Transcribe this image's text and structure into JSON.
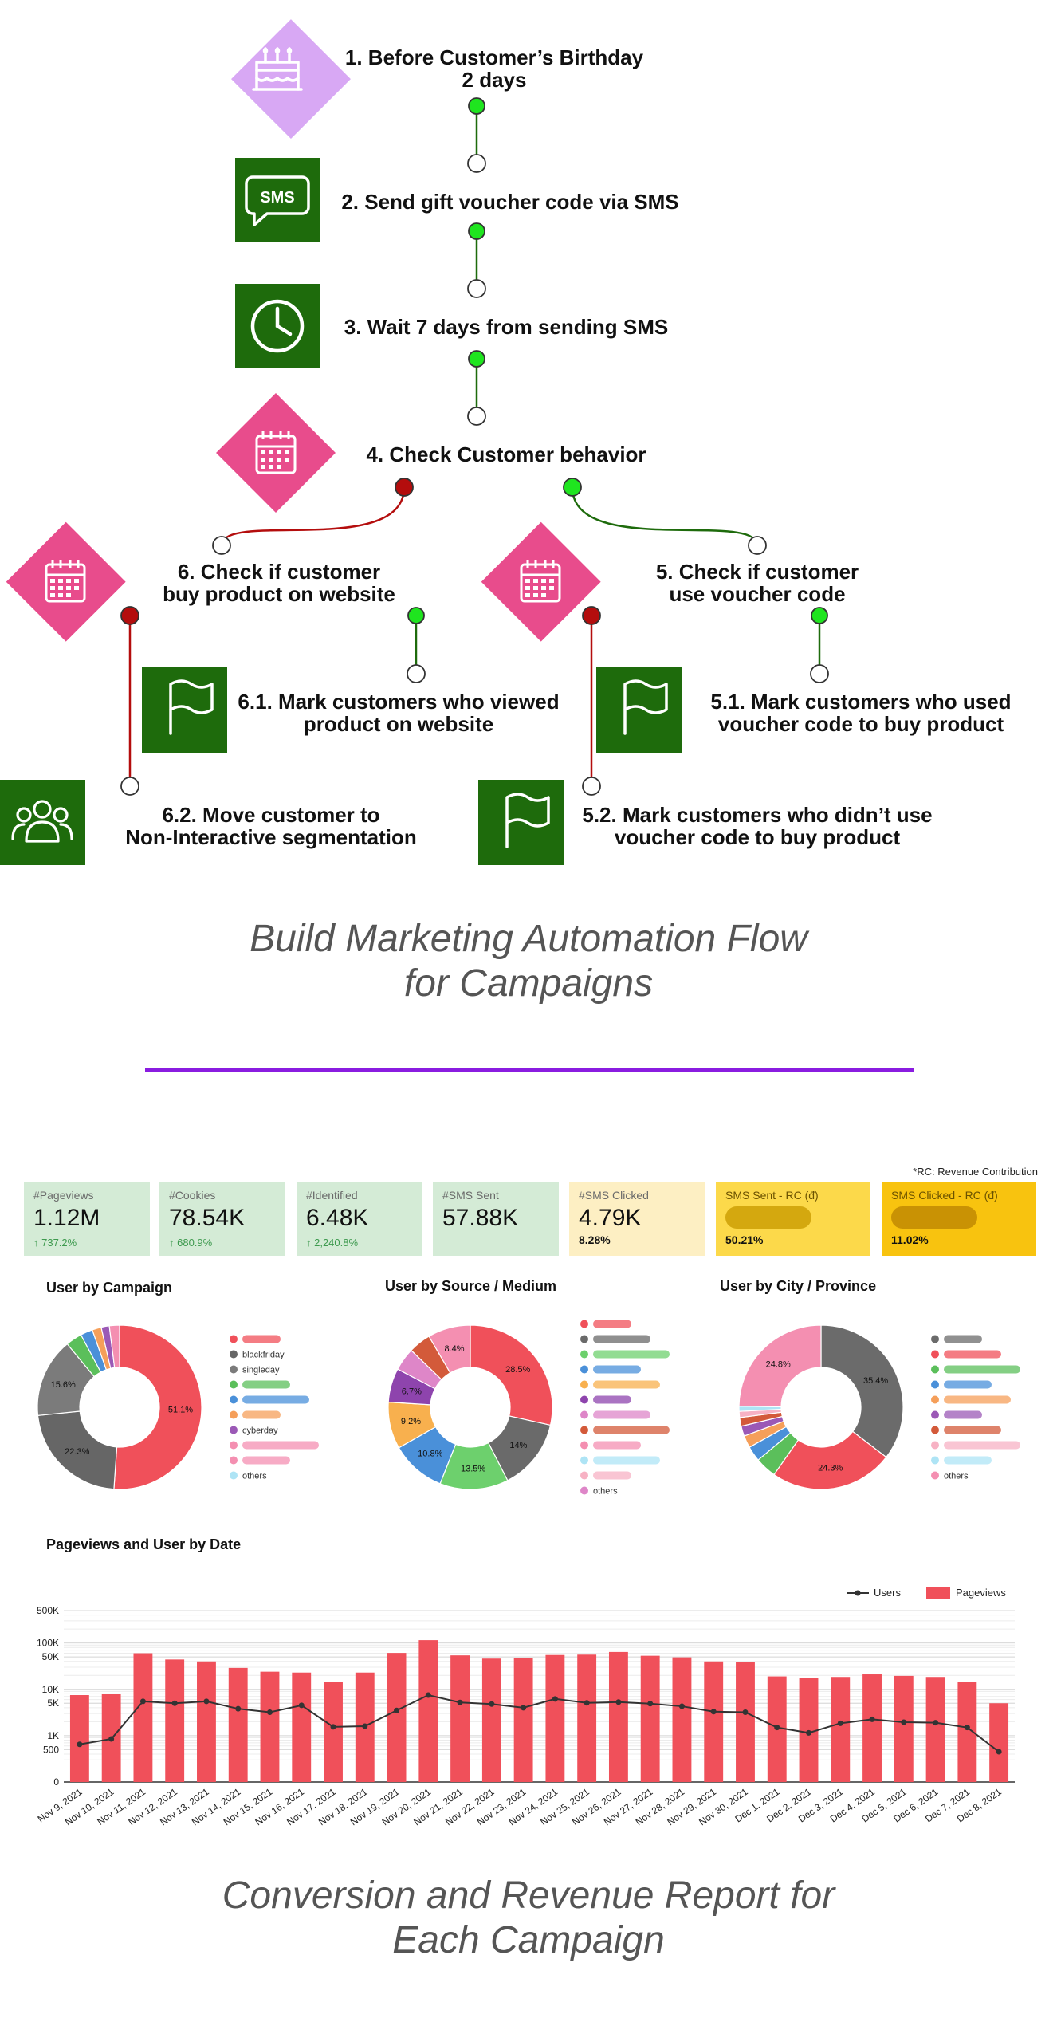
{
  "flow": {
    "steps": [
      {
        "id": "s1",
        "lines": [
          "1. Before Customer’s Birthday",
          "2 days"
        ]
      },
      {
        "id": "s2",
        "lines": [
          "2. Send gift voucher code via SMS"
        ]
      },
      {
        "id": "s3",
        "lines": [
          "3. Wait 7 days from sending SMS"
        ]
      },
      {
        "id": "s4",
        "lines": [
          "4. Check Customer behavior"
        ]
      },
      {
        "id": "s6",
        "lines": [
          "6. Check if customer",
          "buy product on website"
        ]
      },
      {
        "id": "s5",
        "lines": [
          "5. Check if customer",
          "use voucher code"
        ]
      },
      {
        "id": "s61",
        "lines": [
          "6.1. Mark customers who viewed",
          "product on website"
        ]
      },
      {
        "id": "s51",
        "lines": [
          "5.1. Mark customers who used",
          "voucher code to buy product"
        ]
      },
      {
        "id": "s62",
        "lines": [
          "6.2. Move customer to",
          "Non-Interactive segmentation"
        ]
      },
      {
        "id": "s52",
        "lines": [
          "5.2. Mark customers who didn’t use",
          "voucher code to buy product"
        ]
      }
    ],
    "sms_icon_text": "SMS",
    "colors": {
      "purple": "#d8a8f4",
      "pink": "#e84c8c",
      "dark_green": "#1e6b0c",
      "yes": "#1fe51f",
      "no": "#b40d0d"
    }
  },
  "heading1": [
    "Build Marketing Automation Flow",
    "for Campaigns"
  ],
  "rc_note": "*RC: Revenue Contribution",
  "kpis": [
    {
      "label": "#Pageviews",
      "value": "1.12M",
      "delta": "↑ 737.2%"
    },
    {
      "label": "#Cookies",
      "value": "78.54K",
      "delta": "↑ 680.9%"
    },
    {
      "label": "#Identified",
      "value": "6.48K",
      "delta": "↑ 2,240.8%"
    },
    {
      "label": "#SMS Sent",
      "value": "57.88K"
    },
    {
      "label": "#SMS Clicked",
      "value": "4.79K",
      "pct": "8.28%"
    },
    {
      "label": "SMS Sent - RC (đ)",
      "pct": "50.21%"
    },
    {
      "label": "SMS Clicked - RC (đ)",
      "pct": "11.02%"
    }
  ],
  "pies": [
    {
      "title": "User by Campaign",
      "slice_labels": [
        "51.1%",
        "22.3%",
        "15.6%"
      ],
      "legend": [
        "",
        "blackfriday",
        "singleday",
        "",
        "",
        "",
        "cyberday",
        "",
        "",
        "others"
      ]
    },
    {
      "title": "User by Source / Medium",
      "slice_labels": [
        "28.5%",
        "14%",
        "13.5%",
        "10.8%",
        "9.2%",
        "6.7%",
        "8.4%"
      ],
      "legend": [
        "",
        "",
        "",
        "",
        "",
        "",
        "",
        "",
        "",
        "",
        "",
        "others"
      ]
    },
    {
      "title": "User by City / Province",
      "slice_labels": [
        "35.4%",
        "24.3%",
        "24.8%"
      ],
      "legend": [
        "",
        "",
        "",
        "",
        "",
        "",
        "",
        "",
        "",
        "others"
      ]
    }
  ],
  "chart_data": [
    {
      "type": "pie",
      "title": "User by Campaign",
      "slices": [
        {
          "name": "",
          "value": 51.1,
          "color": "#f0505a"
        },
        {
          "name": "",
          "value": 22.3,
          "color": "#666666"
        },
        {
          "name": "",
          "value": 15.6,
          "color": "#7b7b7b"
        },
        {
          "name": "",
          "value": 3.2,
          "color": "#5bbf5b"
        },
        {
          "name": "",
          "value": 2.4,
          "color": "#4a90d9"
        },
        {
          "name": "",
          "value": 1.8,
          "color": "#f59f5a"
        },
        {
          "name": "",
          "value": 1.6,
          "color": "#9b59b6"
        },
        {
          "name": "",
          "value": 2.0,
          "color": "#f48fb1"
        }
      ]
    },
    {
      "type": "pie",
      "title": "User by Source / Medium",
      "slices": [
        {
          "name": "",
          "value": 28.5,
          "color": "#f0505a"
        },
        {
          "name": "",
          "value": 14,
          "color": "#6a6a6a"
        },
        {
          "name": "",
          "value": 13.5,
          "color": "#6dd06d"
        },
        {
          "name": "",
          "value": 10.8,
          "color": "#4a90d9"
        },
        {
          "name": "",
          "value": 9.2,
          "color": "#f8b04e"
        },
        {
          "name": "",
          "value": 6.7,
          "color": "#8e44ad"
        },
        {
          "name": "",
          "value": 4.5,
          "color": "#de86c8"
        },
        {
          "name": "",
          "value": 4.4,
          "color": "#d35a3a"
        },
        {
          "name": "",
          "value": 8.4,
          "color": "#f48fb1"
        }
      ]
    },
    {
      "type": "pie",
      "title": "User by City / Province",
      "slices": [
        {
          "name": "",
          "value": 35.4,
          "color": "#6b6b6b"
        },
        {
          "name": "",
          "value": 24.3,
          "color": "#f0505a"
        },
        {
          "name": "",
          "value": 4.2,
          "color": "#5bbf5b"
        },
        {
          "name": "",
          "value": 3.0,
          "color": "#4a90d9"
        },
        {
          "name": "",
          "value": 2.4,
          "color": "#f59f5a"
        },
        {
          "name": "",
          "value": 2.0,
          "color": "#9b59b6"
        },
        {
          "name": "",
          "value": 1.7,
          "color": "#d35a3a"
        },
        {
          "name": "",
          "value": 1.2,
          "color": "#f7b2c4"
        },
        {
          "name": "",
          "value": 1.0,
          "color": "#aee4f5"
        },
        {
          "name": "",
          "value": 24.8,
          "color": "#f48fb1"
        }
      ]
    },
    {
      "type": "bar",
      "title": "Pageviews and User by Date",
      "scale": "log",
      "y_ticks": [
        0,
        500,
        1000,
        5000,
        10000,
        50000,
        100000,
        500000
      ],
      "y_tick_labels": [
        "0",
        "500",
        "1K",
        "5K",
        "10K",
        "50K",
        "100K",
        "500K"
      ],
      "legend_position": "top-right",
      "categories": [
        "Nov 9, 2021",
        "Nov 10, 2021",
        "Nov 11, 2021",
        "Nov 12, 2021",
        "Nov 13, 2021",
        "Nov 14, 2021",
        "Nov 15, 2021",
        "Nov 16, 2021",
        "Nov 17, 2021",
        "Nov 18, 2021",
        "Nov 19, 2021",
        "Nov 20, 2021",
        "Nov 21, 2021",
        "Nov 22, 2021",
        "Nov 23, 2021",
        "Nov 24, 2021",
        "Nov 25, 2021",
        "Nov 26, 2021",
        "Nov 27, 2021",
        "Nov 28, 2021",
        "Nov 29, 2021",
        "Nov 30, 2021",
        "Dec 1, 2021",
        "Dec 2, 2021",
        "Dec 3, 2021",
        "Dec 4, 2021",
        "Dec 5, 2021",
        "Dec 6, 2021",
        "Dec 7, 2021",
        "Dec 8, 2021"
      ],
      "series": [
        {
          "name": "Pageviews",
          "kind": "bar",
          "color": "#f0505a",
          "values": [
            7500,
            8000,
            60000,
            44000,
            40000,
            29000,
            24000,
            23000,
            14500,
            23000,
            61000,
            115000,
            54000,
            46000,
            47000,
            55000,
            56000,
            64000,
            53000,
            49000,
            40000,
            39000,
            19000,
            17500,
            18500,
            21000,
            19500,
            18500,
            14500,
            5000
          ]
        },
        {
          "name": "Users",
          "kind": "line",
          "color": "#333333",
          "values": [
            650,
            850,
            5500,
            5000,
            5500,
            3800,
            3200,
            4500,
            1550,
            1600,
            3500,
            7500,
            5200,
            4800,
            4000,
            6200,
            5100,
            5300,
            4900,
            4300,
            3300,
            3200,
            1500,
            1150,
            1850,
            2250,
            1950,
            1900,
            1500,
            450
          ]
        }
      ]
    }
  ],
  "bar_title": "Pageviews and User by Date",
  "heading2": [
    "Conversion and Revenue Report for",
    "Each Campaign"
  ]
}
